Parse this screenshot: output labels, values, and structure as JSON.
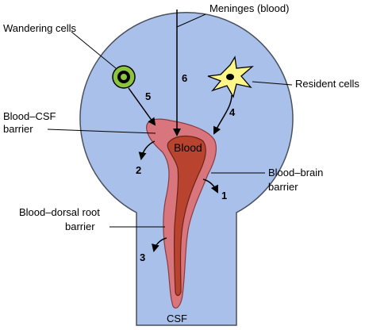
{
  "diagram": {
    "labels": {
      "meninges": "Meninges (blood)",
      "wandering_cells": "Wandering cells",
      "resident_cells": "Resident cells",
      "blood_csf_line1": "Blood–CSF",
      "blood_csf_line2": "barrier",
      "blood_brain_line1": "Blood–brain",
      "blood_brain_line2": "barrier",
      "blood_drg_line1": "Blood–dorsal root",
      "blood_drg_line2": "barrier",
      "blood": "Blood",
      "csf": "CSF"
    },
    "numbers": {
      "n1": "1",
      "n2": "2",
      "n3": "3",
      "n4": "4",
      "n5": "5",
      "n6": "6"
    },
    "colors": {
      "outer_fill": "#a8c0ea",
      "plexus_fill": "#d9757c",
      "vessel_fill": "#b8432f",
      "wandering_cell_fill": "#8bc43f",
      "resident_cell_fill": "#fff68a"
    }
  }
}
